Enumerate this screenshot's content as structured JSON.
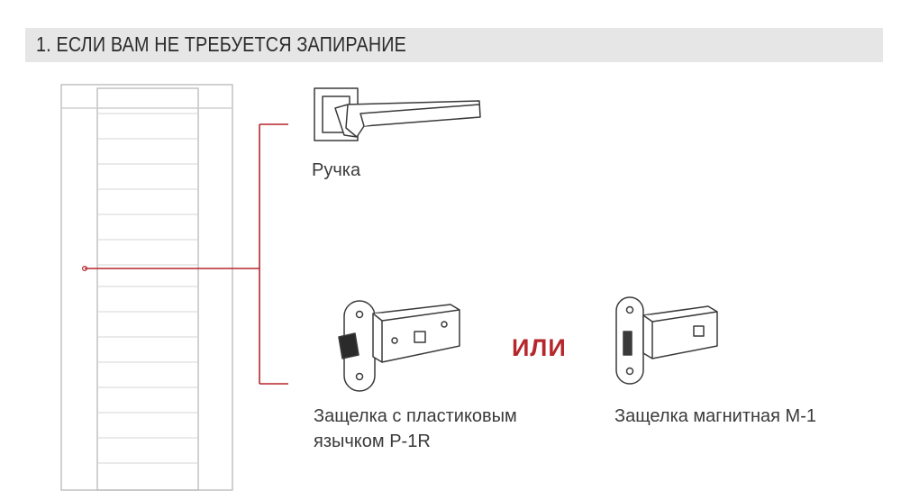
{
  "heading": {
    "title": "1. ЕСЛИ ВАМ НЕ ТРЕБУЕТСЯ ЗАПИРАНИЕ"
  },
  "items": {
    "handle": {
      "label": "Ручка",
      "icon": "door-handle-icon"
    },
    "latch_plastic": {
      "label_line1": "Защелка с пластиковым",
      "label_line2": "язычком P-1R",
      "icon": "plastic-latch-icon"
    },
    "latch_magnetic": {
      "label": "Защелка магнитная M-1",
      "icon": "magnetic-latch-icon"
    }
  },
  "connector": {
    "or_word": "ИЛИ"
  },
  "colors": {
    "accent": "#b5272d",
    "line": "#8a8a8a",
    "heading_bg": "#e6e6e6"
  }
}
